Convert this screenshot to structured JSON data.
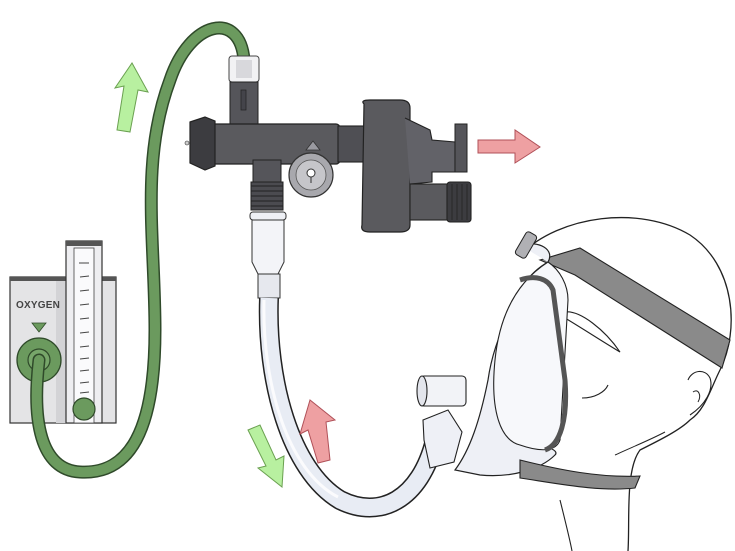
{
  "figure": {
    "description": "Oxygen flowmeter connected via green tubing to a valve assembly, which connects via clear corrugated tubing to a full-face mask on a patient",
    "colors": {
      "oxygen_tube": "#6b9a5e",
      "oxygen_tube_outline": "#2f4a2a",
      "valve_body": "#5a5a5e",
      "valve_dark": "#3c3c40",
      "clear_tube": "#e8ecf4",
      "mask_strap": "#8a8a8a",
      "arrow_green": "#b8f0a0",
      "arrow_red": "#eea0a2",
      "panel": "#e4e4e6"
    }
  },
  "flowmeter": {
    "label": "OXYGEN",
    "tick_count": 11
  },
  "arrows": [
    {
      "name": "oxygen-in-up-arrow",
      "color": "green",
      "direction": "up"
    },
    {
      "name": "exhaust-out-arrow",
      "color": "red",
      "direction": "right"
    },
    {
      "name": "inspiratory-down-arrow",
      "color": "green",
      "direction": "down"
    },
    {
      "name": "expiratory-up-arrow",
      "color": "red",
      "direction": "up"
    }
  ],
  "components": {
    "flowmeter": "oxygen-flowmeter",
    "supply_tube": "green-oxygen-tubing",
    "valve": "valve-assembly",
    "patient_tube": "clear-breathing-tube",
    "mask": "full-face-mask",
    "patient": "patient-head"
  }
}
